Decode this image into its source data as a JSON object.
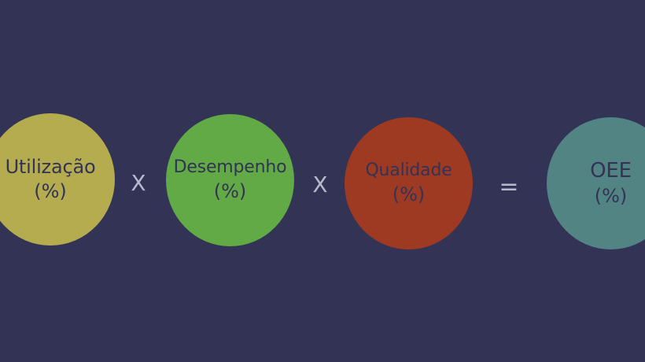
{
  "formula": {
    "factors": [
      {
        "name": "Utilização",
        "unit": "(%)",
        "color": "#b5ac4f"
      },
      {
        "name": "Desempenho",
        "unit": "(%)",
        "color": "#62aa46"
      },
      {
        "name": "Qualidade",
        "unit": "(%)",
        "color": "#9e3a22"
      }
    ],
    "result": {
      "name": "OEE",
      "unit": "(%)",
      "color": "#528484"
    },
    "operators": [
      "X",
      "X",
      "="
    ]
  }
}
